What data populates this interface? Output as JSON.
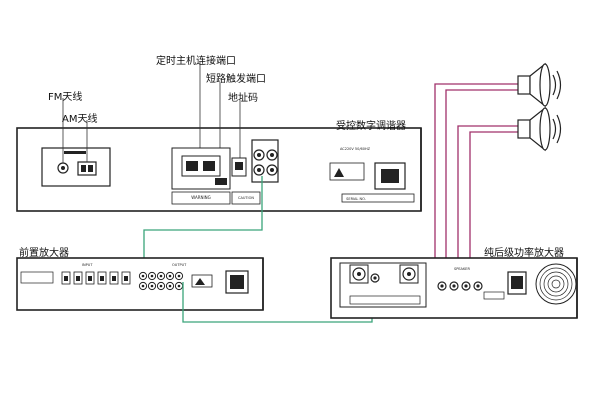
{
  "labels": {
    "fm_antenna": "FM天线",
    "am_antenna": "AM天线",
    "timer_port": "定时主机连接端口",
    "short_trigger_port": "短路触发端口",
    "address_code": "地址码",
    "tuner": "受控数字调谐器",
    "preamp": "前置放大器",
    "power_amp": "纯后级功率放大器"
  },
  "panel_text": {
    "warning": "WARNING",
    "caution": "CAUTION",
    "power_spec": "AC220V 50/60HZ",
    "serial": "SERIAL NO.",
    "input": "INPUT",
    "output": "OUTPUT",
    "speaker": "SPEAKER"
  },
  "colors": {
    "chassis_stroke": "#222222",
    "cable_green": "#3aa57a",
    "speaker_cable": "#a0306a"
  },
  "icons": {
    "speaker_top": "loudspeaker-icon",
    "speaker_bottom": "loudspeaker-icon",
    "fan": "fan-icon"
  }
}
